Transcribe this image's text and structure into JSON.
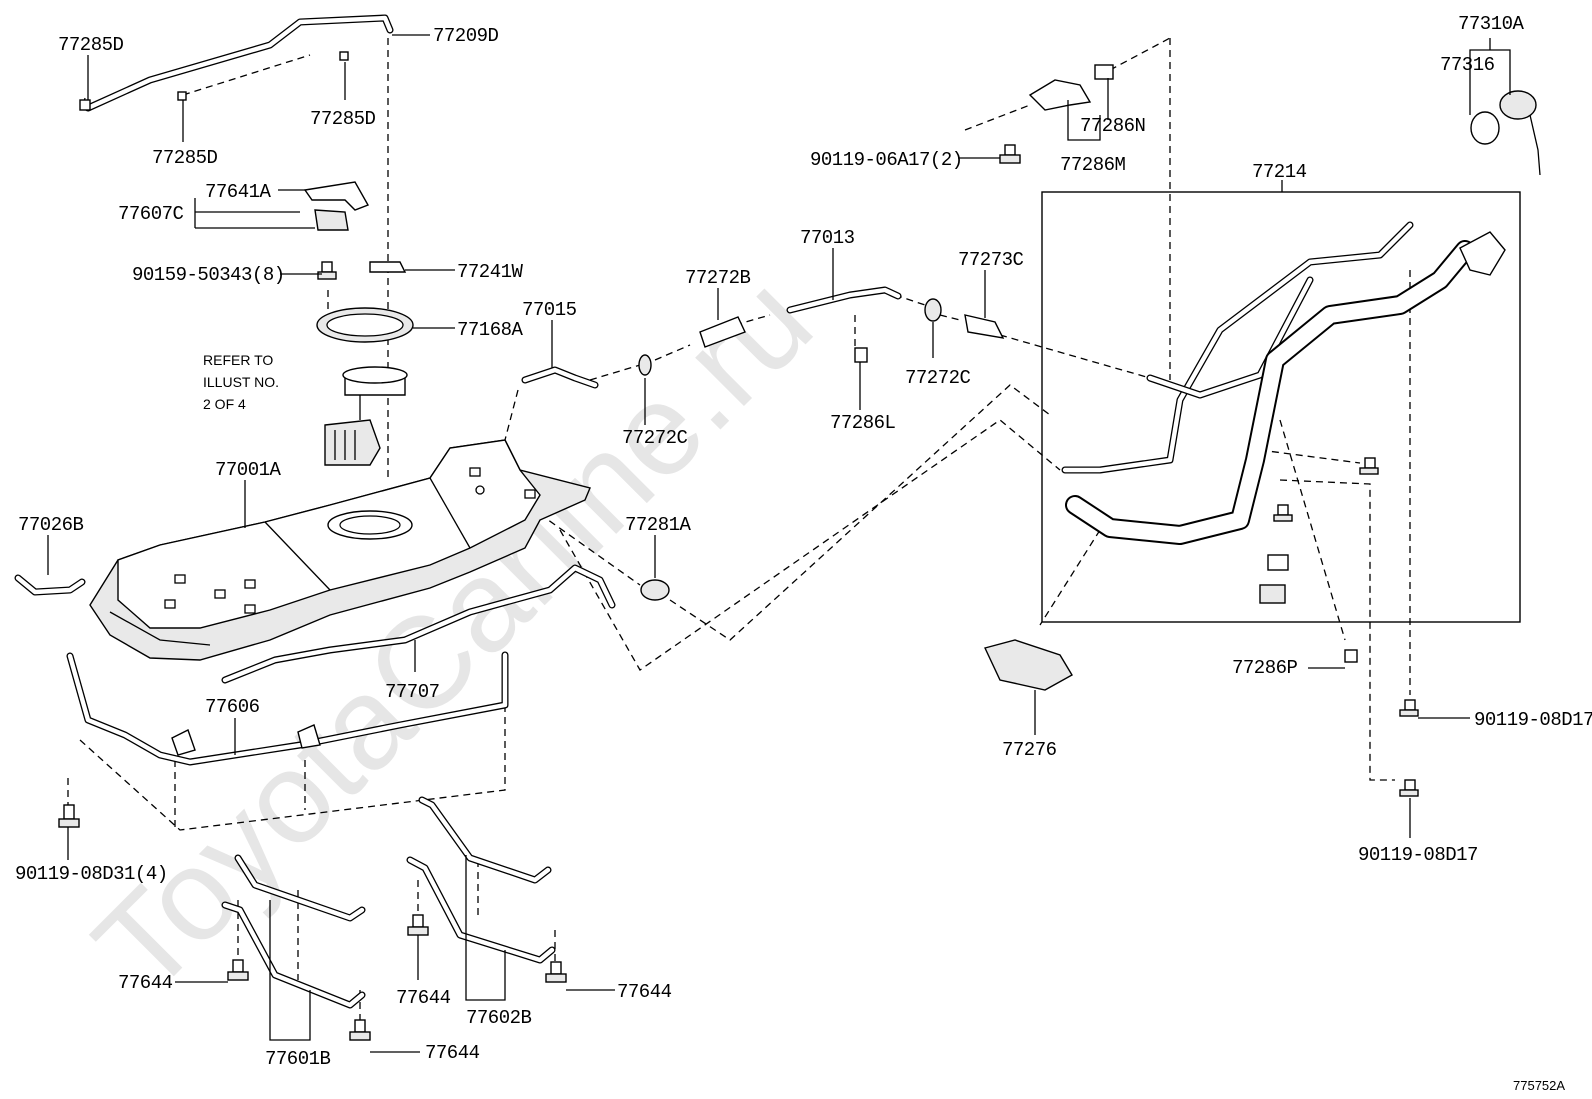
{
  "figure_id": "775752A",
  "watermark": "ToyotaCarline.ru",
  "refer_note": [
    "REFER TO",
    "ILLUST NO.",
    "2 OF 4"
  ],
  "labels": {
    "p77285D_a": "77285D",
    "p77209D": "77209D",
    "p77285D_b": "77285D",
    "p77285D_c": "77285D",
    "p77641A": "77641A",
    "p77607C": "77607C",
    "p90159": "90159-50343(8)",
    "p77241W": "77241W",
    "p77168A": "77168A",
    "p77015": "77015",
    "p77272B": "77272B",
    "p77013": "77013",
    "p77273C": "77273C",
    "p77272C_a": "77272C",
    "p77272C_b": "77272C",
    "p77286L": "77286L",
    "p77001A": "77001A",
    "p77026B": "77026B",
    "p77281A": "77281A",
    "p77707": "77707",
    "p77606": "77606",
    "p90119_08D31": "90119-08D31(4)",
    "p77644_a": "77644",
    "p77644_b": "77644",
    "p77644_c": "77644",
    "p77644_d": "77644",
    "p77601B": "77601B",
    "p77602B": "77602B",
    "p90119_06A17": "90119-06A17(2)",
    "p77286N": "77286N",
    "p77286M": "77286M",
    "p77310A": "77310A",
    "p77316": "77316",
    "p77214": "77214",
    "p77276": "77276",
    "p77286P": "77286P",
    "p90119_08D17_a": "90119-08D17",
    "p90119_08D17_b": "90119-08D17"
  },
  "icons": [
    "bolt-icon",
    "clamp-icon",
    "gasket-icon",
    "fuel-cap-icon"
  ]
}
